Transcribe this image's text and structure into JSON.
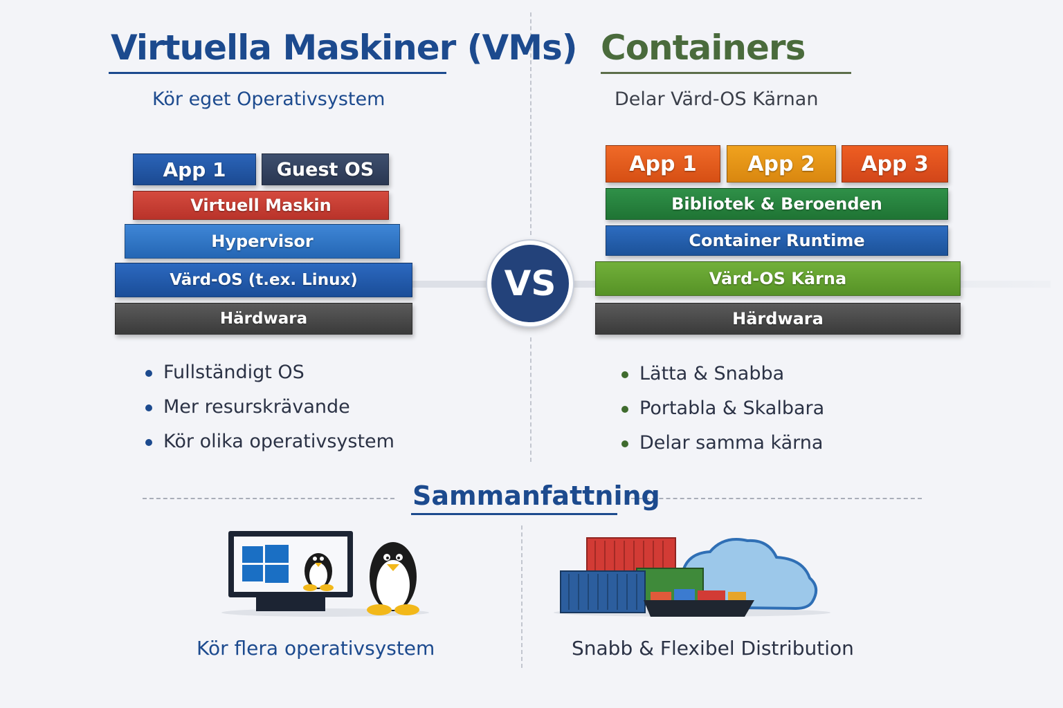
{
  "vm": {
    "title": "Virtuella Maskiner (VMs)",
    "subtitle": "Kör eget Operativsystem",
    "stack": {
      "app": "App 1",
      "guest_os": "Guest OS",
      "virtual_machine": "Virtuell Maskin",
      "hypervisor": "Hypervisor",
      "host_os": "Värd-OS (t.ex. Linux)",
      "hardware": "Härdwara"
    },
    "bullets": [
      "Fullständigt OS",
      "Mer resurskrävande",
      "Kör olika operativsystem"
    ]
  },
  "vs_label": "VS",
  "containers": {
    "title": "Containers",
    "subtitle": "Delar Värd-OS Kärnan",
    "stack": {
      "app1": "App 1",
      "app2": "App 2",
      "app3": "App 3",
      "libraries": "Bibliotek & Beroenden",
      "runtime": "Container Runtime",
      "host_kernel": "Värd-OS Kärna",
      "hardware": "Härdwara"
    },
    "bullets": [
      "Lätta & Snabba",
      "Portabla & Skalbara",
      "Delar samma kärna"
    ]
  },
  "summary": {
    "title": "Sammanfattning",
    "vm_caption": "Kör flera operativsystem",
    "container_caption": "Snabb & Flexibel Distribution"
  },
  "icons": {
    "vm_illustration": "monitor-with-windows-and-penguin-icon",
    "container_illustration": "shipping-containers-and-cloud-icon"
  }
}
